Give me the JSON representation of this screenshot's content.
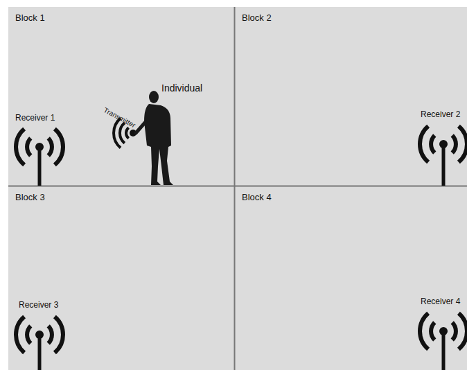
{
  "diagram": {
    "nodes": [
      {
        "text": [
          "Block 1"
        ]
      },
      {
        "text": [
          "Block 2"
        ]
      },
      {
        "text": [
          "Block 3"
        ]
      },
      {
        "text": [
          "Block 4"
        ]
      }
    ],
    "labels": [
      "Receiver 1",
      "Transmitter",
      "Individual",
      "Receiver 2",
      "Receiver 3",
      "Receiver 4"
    ]
  }
}
